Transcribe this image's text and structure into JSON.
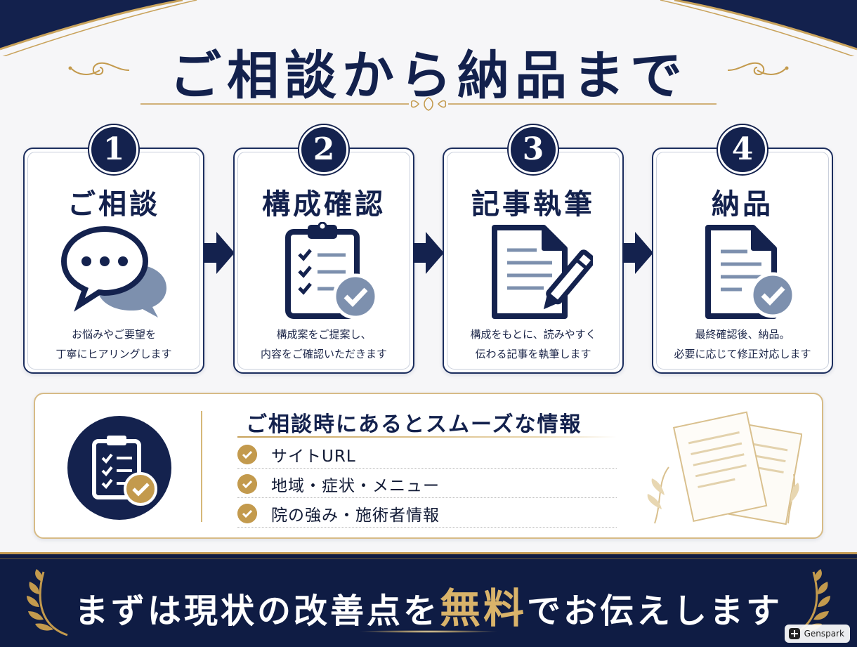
{
  "header": {
    "title": "ご相談から納品まで"
  },
  "steps": [
    {
      "number": "1",
      "title": "ご相談",
      "desc_line1": "お悩みやご要望を",
      "desc_line2": "丁寧にヒアリングします",
      "icon": "chat-bubbles-icon"
    },
    {
      "number": "2",
      "title": "構成確認",
      "desc_line1": "構成案をご提案し、",
      "desc_line2": "内容をご確認いただきます",
      "icon": "clipboard-check-icon"
    },
    {
      "number": "3",
      "title": "記事執筆",
      "desc_line1": "構成をもとに、読みやすく",
      "desc_line2": "伝わる記事を執筆します",
      "icon": "document-pen-icon"
    },
    {
      "number": "4",
      "title": "納品",
      "desc_line1": "最終確認後、納品。",
      "desc_line2": "必要に応じて修正対応します",
      "icon": "document-check-icon"
    }
  ],
  "info": {
    "title": "ご相談時にあるとスムーズな情報",
    "items": [
      "サイトURL",
      "地域・症状・メニュー",
      "院の強み・施術者情報"
    ]
  },
  "footer": {
    "text_before": "まずは現状の改善点を",
    "text_highlight": "無料",
    "text_after": "でお伝えします"
  },
  "brand": {
    "label": "Genspark"
  },
  "colors": {
    "navy": "#14224e",
    "gold": "#c39a4d",
    "slate_blue": "#7d90ae",
    "background": "#f6f6f8"
  }
}
